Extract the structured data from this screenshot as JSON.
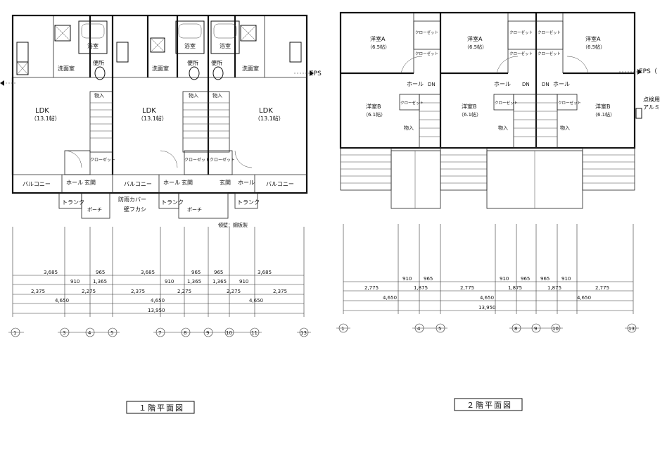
{
  "floor1": {
    "title": "１階平面図",
    "rooms": {
      "ldk": "LDK",
      "ldk_area": "（13.1帖）",
      "bath": "浴室",
      "toilet": "便所",
      "washroom": "洗面室",
      "storage": "物入",
      "closet": "クローゼット",
      "hall": "ホール",
      "entrance": "玄関",
      "balcony": "バルコニー",
      "trunk": "トランク",
      "porch": "ポーチ"
    },
    "notes": {
      "rain_cover": "防雨カバー",
      "wall_cover": "壁フカシ",
      "eps": "EPS",
      "wall_steel": "傾壁：鋼板製"
    },
    "dims": {
      "row1": [
        "3,685",
        "965",
        "3,685",
        "965",
        "965",
        "3,685"
      ],
      "row2": [
        "910",
        "1,365",
        "910",
        "1,365",
        "1,365",
        "910"
      ],
      "row3": [
        "2,375",
        "2,275",
        "2,375",
        "2,275",
        "2,275",
        "2,375"
      ],
      "row4": [
        "4,650",
        "4,650",
        "4,650"
      ],
      "total": "13,950"
    },
    "grid": [
      "1",
      "3",
      "4",
      "5",
      "7",
      "8",
      "9",
      "10",
      "11",
      "13"
    ]
  },
  "floor2": {
    "title": "２階平面図",
    "rooms": {
      "western_a": "洋室A",
      "western_a_area": "（6.5帖）",
      "western_b": "洋室B",
      "western_b_area": "（6.1帖）",
      "closet": "クローゼット",
      "hall": "ホール",
      "storage": "物入",
      "dn": "DN"
    },
    "notes": {
      "eps": "EPS（",
      "inspection": "点検用",
      "aluminum": "アルミ"
    },
    "dims": {
      "row2": [
        "910",
        "965",
        "910",
        "965",
        "965",
        "910"
      ],
      "row3": [
        "2,775",
        "1,875",
        "2,775",
        "1,875",
        "1,875",
        "2,775"
      ],
      "row4": [
        "4,650",
        "4,650",
        "4,650"
      ],
      "total": "13,950"
    },
    "grid": [
      "1",
      "4",
      "5",
      "8",
      "9",
      "10",
      "13"
    ]
  }
}
